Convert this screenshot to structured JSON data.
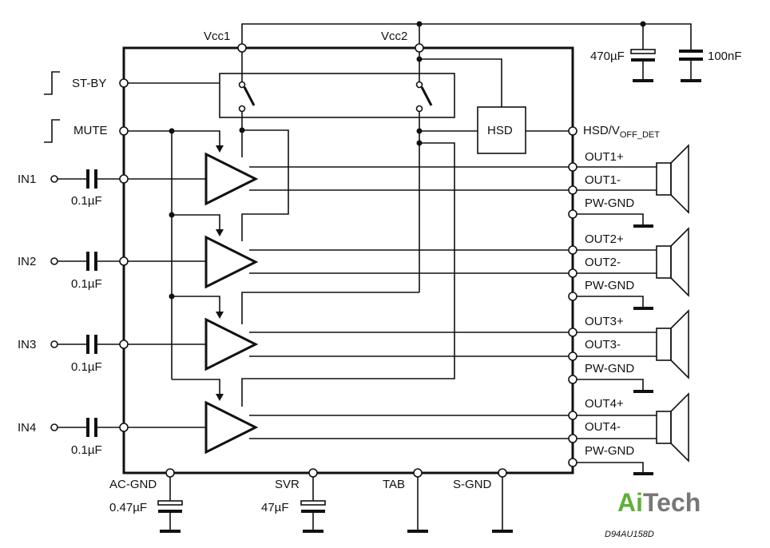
{
  "labels": {
    "vcc1": "Vcc1",
    "vcc2": "Vcc2",
    "stby": "ST-BY",
    "mute": "MUTE",
    "hsd": "HSD",
    "hsd_pin": "HSD/V",
    "hsd_pin_sub": "OFF_DET",
    "cap_470": "470µF",
    "cap_100n": "100nF",
    "ac_gnd": "AC-GND",
    "svr": "SVR",
    "tab": "TAB",
    "s_gnd": "S-GND",
    "cap_047": "0.47µF",
    "cap_47": "47µF",
    "doc_code": "D94AU158D"
  },
  "inputs": [
    {
      "name": "IN1",
      "cap": "0.1µF"
    },
    {
      "name": "IN2",
      "cap": "0.1µF"
    },
    {
      "name": "IN3",
      "cap": "0.1µF"
    },
    {
      "name": "IN4",
      "cap": "0.1µF"
    }
  ],
  "outputs": [
    {
      "plus": "OUT1+",
      "minus": "OUT1-",
      "gnd": "PW-GND"
    },
    {
      "plus": "OUT2+",
      "minus": "OUT2-",
      "gnd": "PW-GND"
    },
    {
      "plus": "OUT3+",
      "minus": "OUT3-",
      "gnd": "PW-GND"
    },
    {
      "plus": "OUT4+",
      "minus": "OUT4-",
      "gnd": "PW-GND"
    }
  ],
  "logo": {
    "part1": "Ai",
    "part2": "Tech",
    "accent": "#5fb13a",
    "gray": "#777777"
  }
}
